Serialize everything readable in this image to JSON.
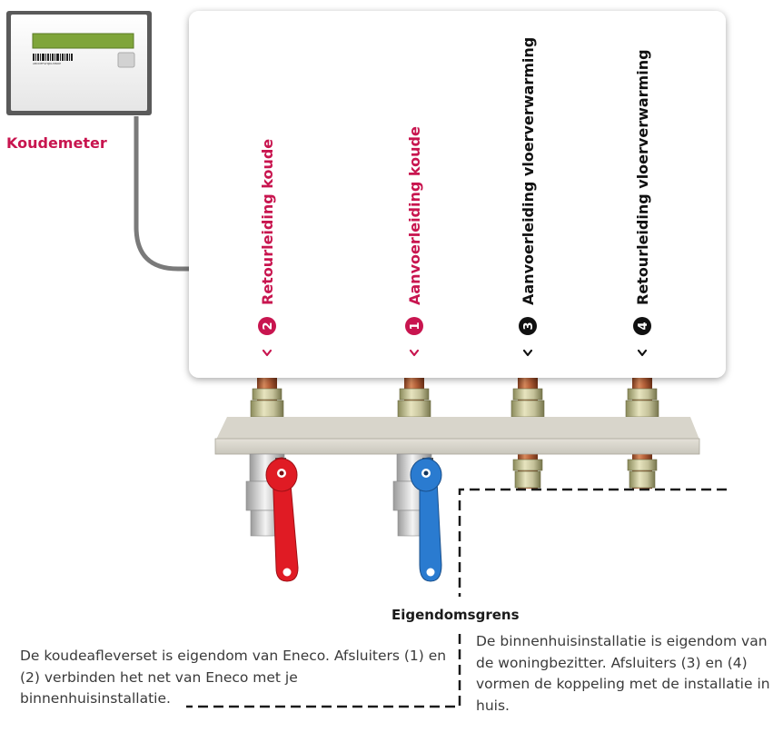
{
  "meter": {
    "label": "Koudemeter",
    "barcode_caption": "ABCDEFGHIJKLMNOP"
  },
  "pipes": [
    {
      "number": "2",
      "label": "Retourleiding koude",
      "color": "#c8154f",
      "arrow": "⌄"
    },
    {
      "number": "1",
      "label": "Aanvoerleiding koude",
      "color": "#c8154f",
      "arrow": "⌄"
    },
    {
      "number": "3",
      "label": "Aanvoerleiding vloerverwarming",
      "color": "#111111",
      "arrow": "⌄"
    },
    {
      "number": "4",
      "label": "Retourleiding vloerverwarming",
      "color": "#111111",
      "arrow": "⌄"
    }
  ],
  "boundary": {
    "label": "Eigendomsgrens"
  },
  "notes": {
    "left": "De koudeafleverset is eigendom van Eneco. Afsluiters (1) en (2) verbinden het net van Eneco met je binnenhuisinstallatie.",
    "right": "De binnenhuisinstallatie is eigendom van de woningbezitter. Afsluiters (3) en (4) vormen de koppeling met de installatie in huis."
  },
  "colors": {
    "accent": "#c8154f",
    "dark": "#111111",
    "valve_red": "#e01b24",
    "valve_blue": "#2a7bd0",
    "copper": "#b4643e"
  }
}
